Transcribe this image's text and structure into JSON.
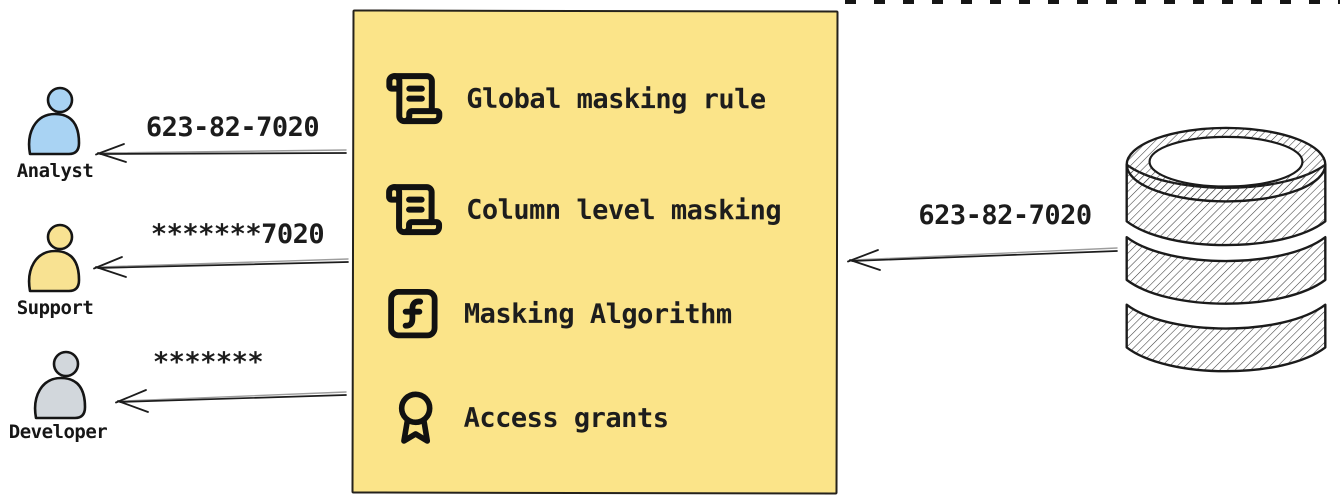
{
  "personas": [
    {
      "name": "Analyst",
      "received_value": "623-82-7020",
      "color": "#a9d3f3"
    },
    {
      "name": "Support",
      "received_value": "*******7020",
      "color": "#f8e292"
    },
    {
      "name": "Developer",
      "received_value": "*******",
      "color": "#d2d7dc"
    }
  ],
  "masking_box": {
    "background_color": "#fbe489",
    "border_color": "#25221c",
    "items": [
      {
        "icon": "scroll-text-icon",
        "label": "Global masking rule"
      },
      {
        "icon": "scroll-text-icon",
        "label": "Column level masking"
      },
      {
        "icon": "function-square-icon",
        "label": "Masking Algorithm"
      },
      {
        "icon": "award-icon",
        "label": "Access grants"
      }
    ]
  },
  "database": {
    "icon": "database-icon",
    "source_value": "623-82-7020"
  }
}
